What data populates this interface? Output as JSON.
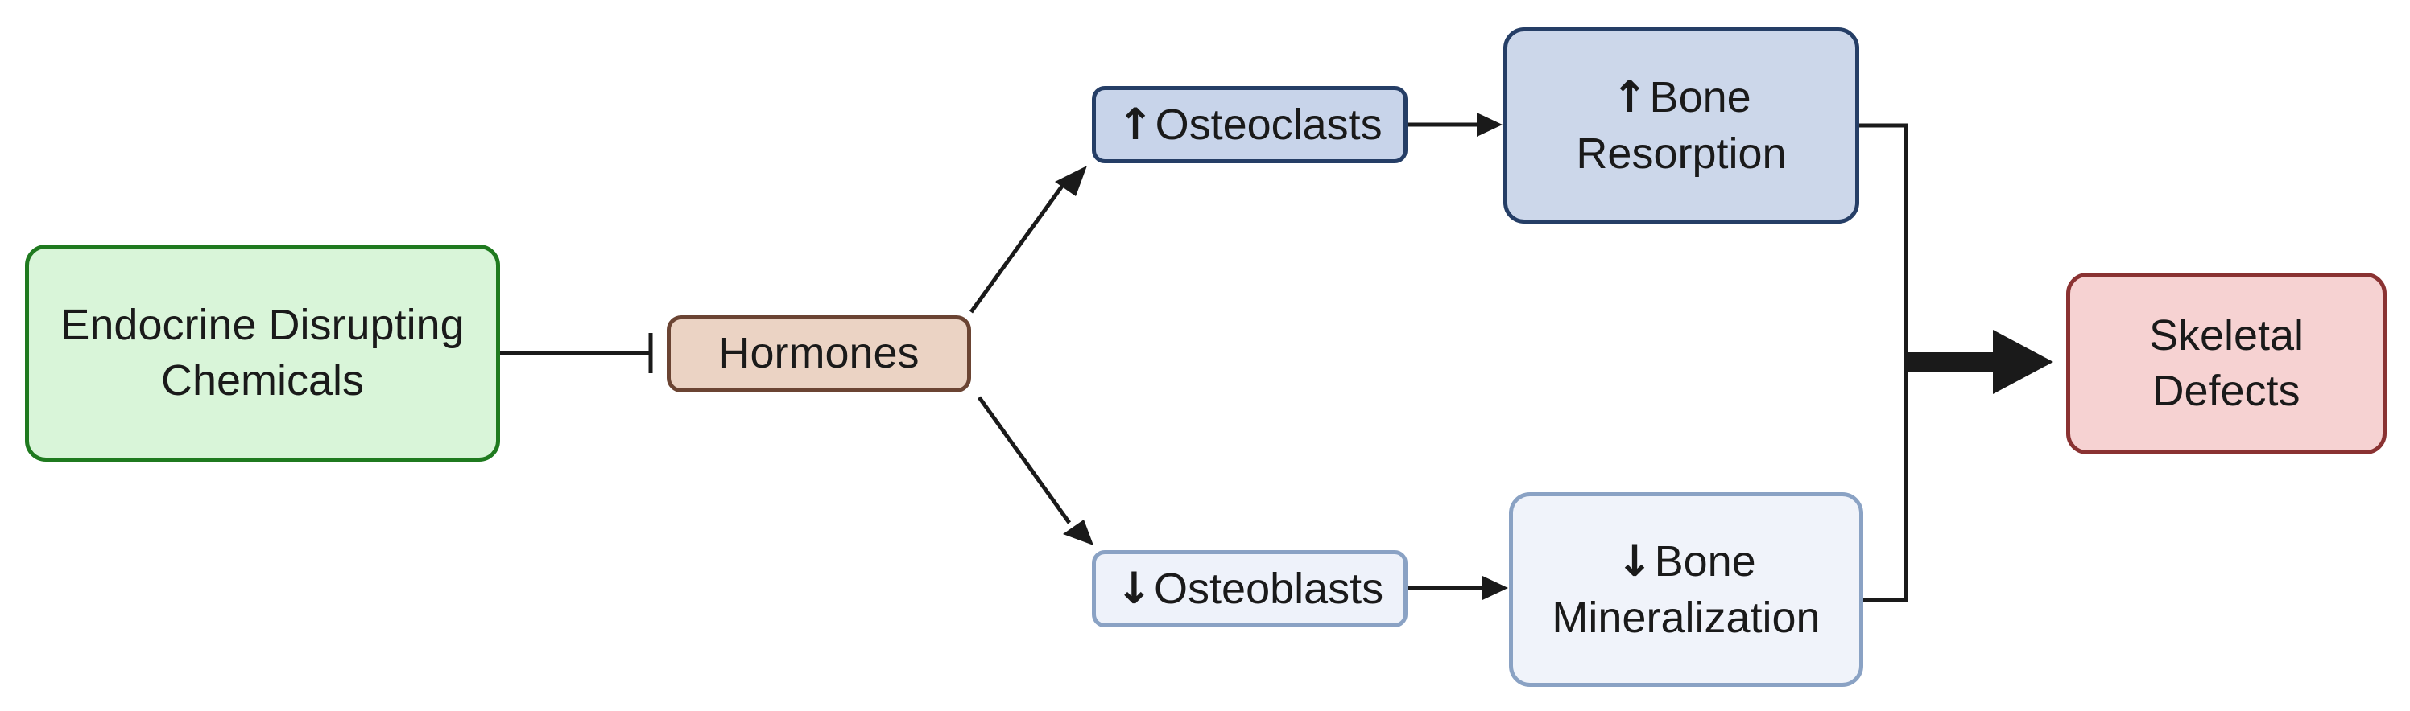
{
  "nodes": {
    "edc": {
      "line1": "Endocrine Disrupting",
      "line2": "Chemicals"
    },
    "hormones": {
      "label": "Hormones"
    },
    "osteoclasts": {
      "arrow": "↑",
      "label": "Osteoclasts"
    },
    "osteoblasts": {
      "arrow": "↓",
      "label": "Osteoblasts"
    },
    "resorption": {
      "arrow": "↑",
      "line1": "Bone",
      "line2": "Resorption"
    },
    "mineralization": {
      "arrow": "↓",
      "line1": "Bone",
      "line2": "Mineralization"
    },
    "defects": {
      "line1": "Skeletal",
      "line2": "Defects"
    }
  },
  "edges": [
    {
      "from": "edc",
      "to": "hormones",
      "type": "inhibition"
    },
    {
      "from": "hormones",
      "to": "osteoclasts",
      "type": "activation"
    },
    {
      "from": "hormones",
      "to": "osteoblasts",
      "type": "activation"
    },
    {
      "from": "osteoclasts",
      "to": "resorption",
      "type": "activation"
    },
    {
      "from": "osteoblasts",
      "to": "mineralization",
      "type": "activation"
    },
    {
      "from": "resorption",
      "to": "defects",
      "type": "convergence"
    },
    {
      "from": "mineralization",
      "to": "defects",
      "type": "convergence"
    }
  ],
  "colors": {
    "edge": "#1a1a1a",
    "edc_fill": "#d9f5d9",
    "hormones_fill": "#ebd3c4",
    "osteoclasts_fill": "#c8d4ea",
    "osteoblasts_fill": "#eef2fa",
    "defects_fill": "#f6d2d2"
  }
}
